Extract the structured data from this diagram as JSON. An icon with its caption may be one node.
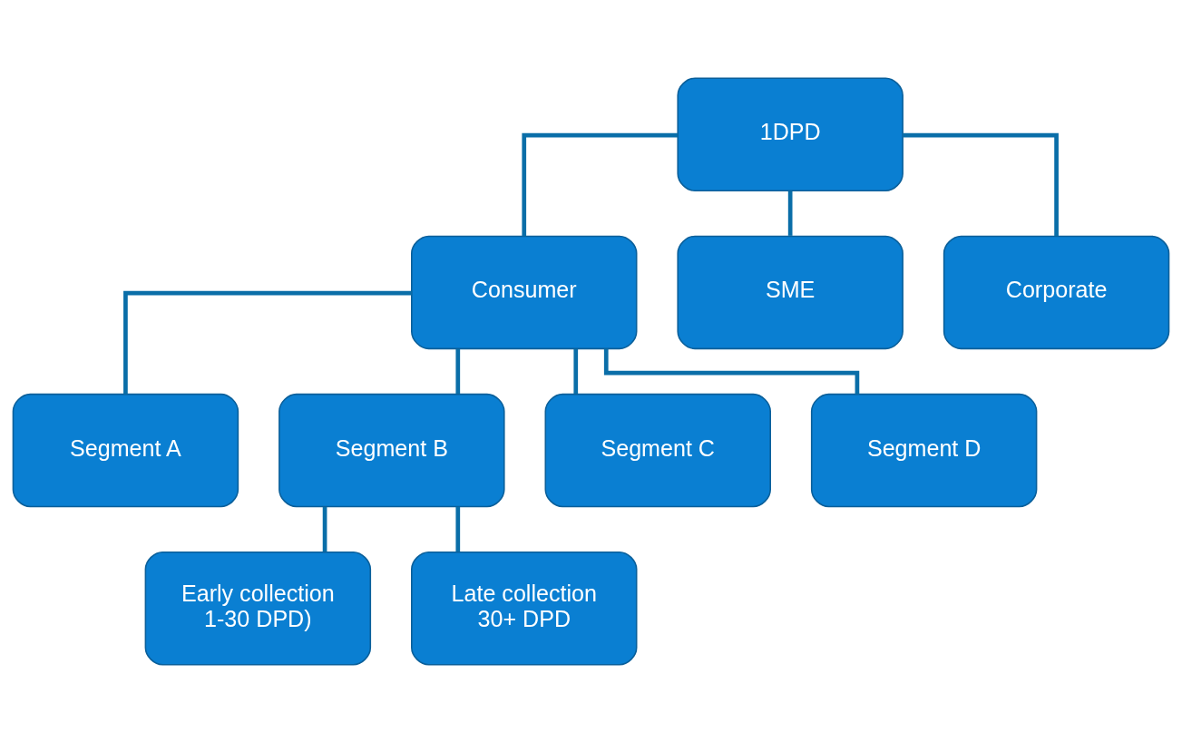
{
  "diagram": {
    "nodes": [
      {
        "text": [
          "1DPD"
        ]
      },
      {
        "text": [
          "Consumer"
        ]
      },
      {
        "text": [
          "SME"
        ]
      },
      {
        "text": [
          "Corporate"
        ]
      },
      {
        "text": [
          "Segment A"
        ]
      },
      {
        "text": [
          "Segment B"
        ]
      },
      {
        "text": [
          "Segment C"
        ]
      },
      {
        "text": [
          "Segment D"
        ]
      },
      {
        "text": [
          "Early collection 1-30 DPD)"
        ]
      },
      {
        "text": [
          "Late collection 30+ DPD"
        ]
      }
    ],
    "edges": [
      {
        "from": 0,
        "to": 1,
        "arrow": "none"
      },
      {
        "from": 0,
        "to": 2,
        "arrow": "none"
      },
      {
        "from": 0,
        "to": 3,
        "arrow": "none"
      },
      {
        "from": 1,
        "to": 4,
        "arrow": "none"
      },
      {
        "from": 1,
        "to": 5,
        "arrow": "none"
      },
      {
        "from": 1,
        "to": 6,
        "arrow": "none"
      },
      {
        "from": 1,
        "to": 7,
        "arrow": "none"
      },
      {
        "from": 5,
        "to": 8,
        "arrow": "none"
      },
      {
        "from": 5,
        "to": 9,
        "arrow": "none"
      }
    ]
  }
}
